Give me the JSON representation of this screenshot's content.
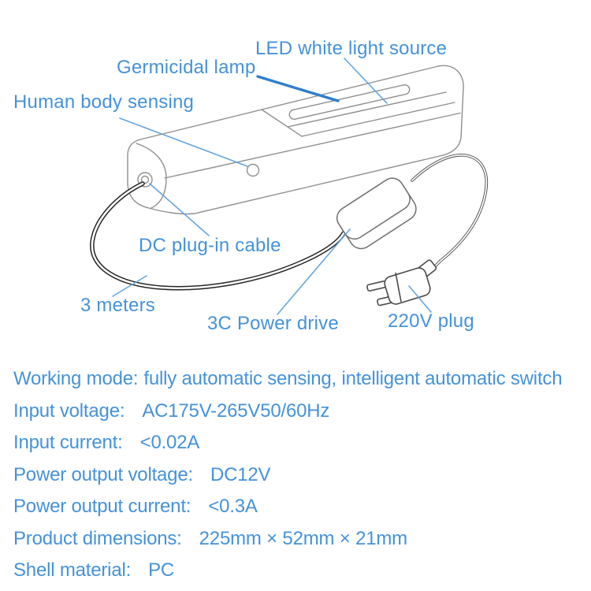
{
  "palette": {
    "text_blue": "#4592D9",
    "leader_blue": "#66A5DE",
    "leader_bold_blue": "#2E7ECD",
    "device_line_gray": "#8F8F8F",
    "adapter_line_gray": "#6F6F6F",
    "plug_line_gray": "#4A4A4A",
    "cable_black": "#262626",
    "background": "#FFFFFF"
  },
  "diagram": {
    "labels": [
      {
        "id": "led-white-light-source",
        "text": "LED white light source"
      },
      {
        "id": "germicidal-lamp",
        "text": "Germicidal lamp"
      },
      {
        "id": "human-body-sensing",
        "text": "Human body sensing"
      },
      {
        "id": "dc-plug-in-cable",
        "text": "DC plug-in cable"
      },
      {
        "id": "cable-length",
        "text": "3 meters"
      },
      {
        "id": "power-drive",
        "text": "3C Power drive"
      },
      {
        "id": "mains-plug",
        "text": "220V plug"
      }
    ]
  },
  "specs": {
    "rows": [
      {
        "label": "Working mode:",
        "value": "fully automatic sensing, intelligent automatic switch"
      },
      {
        "label": "Input voltage:",
        "value": "AC175V-265V50/60Hz"
      },
      {
        "label": "Input current:",
        "value": "<0.02A"
      },
      {
        "label": "Power output voltage:",
        "value": "DC12V"
      },
      {
        "label": "Power output current:",
        "value": "<0.3A"
      },
      {
        "label": "Product dimensions:",
        "value": "225mm × 52mm × 21mm"
      },
      {
        "label": "Shell material:",
        "value": "PC"
      }
    ]
  }
}
